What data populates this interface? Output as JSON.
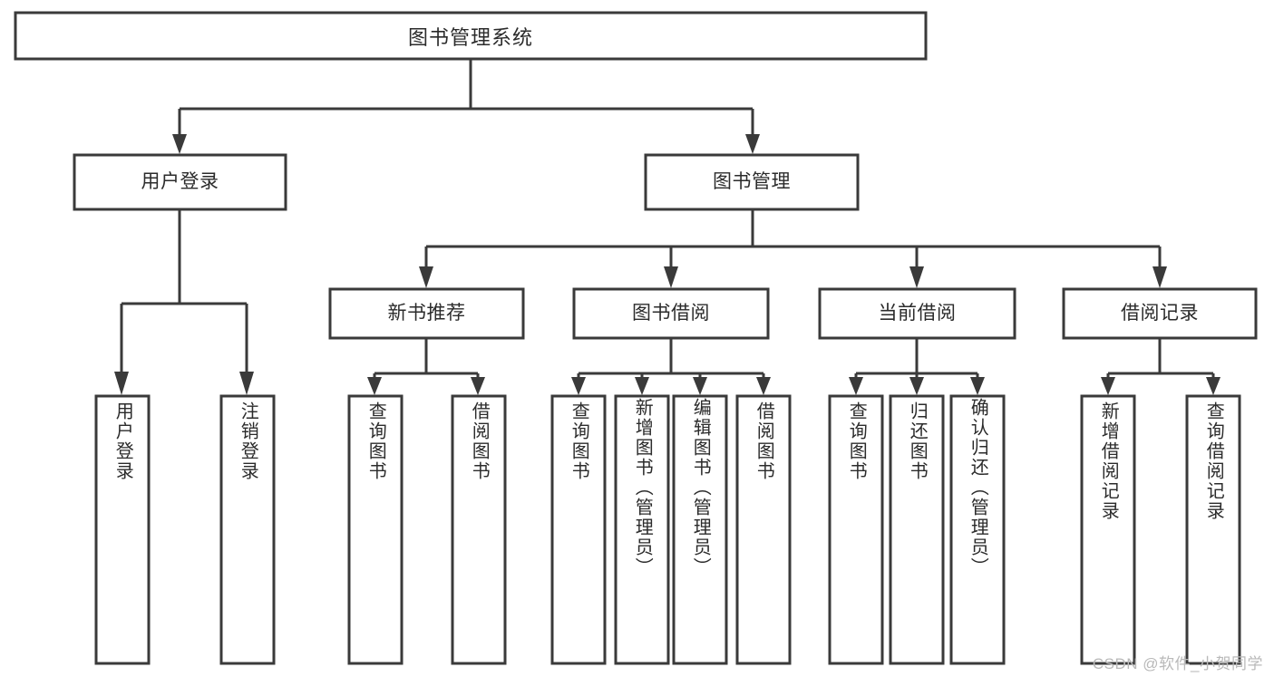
{
  "diagram": {
    "type": "hierarchy-tree",
    "title_node": {
      "label": "图书管理系统"
    },
    "level2": [
      {
        "label": "用户登录"
      },
      {
        "label": "图书管理"
      }
    ],
    "level3": [
      {
        "label": "新书推荐"
      },
      {
        "label": "图书借阅"
      },
      {
        "label": "当前借阅"
      },
      {
        "label": "借阅记录"
      }
    ],
    "leaves": {
      "user_login": [
        {
          "label": "用户登录"
        },
        {
          "label": "注销登录"
        }
      ],
      "new_book_recommend": [
        {
          "label": "查询图书"
        },
        {
          "label": "借阅图书"
        }
      ],
      "book_borrow": [
        {
          "label": "查询图书"
        },
        {
          "label": "新增图书（管理员）"
        },
        {
          "label": "编辑图书（管理员）"
        },
        {
          "label": "借阅图书"
        }
      ],
      "current_borrow": [
        {
          "label": "查询图书"
        },
        {
          "label": "归还图书"
        },
        {
          "label": "确认归还（管理员）"
        }
      ],
      "borrow_record": [
        {
          "label": "新增借阅记录"
        },
        {
          "label": "查询借阅记录"
        }
      ]
    }
  },
  "watermark": {
    "text": "CSDN @软件_小贺同学"
  },
  "colors": {
    "stroke": "#3a3a3a",
    "box_fill": "#ffffff",
    "text": "#2b2b2b",
    "watermark": "#b9b9b9",
    "background": "#ffffff"
  }
}
